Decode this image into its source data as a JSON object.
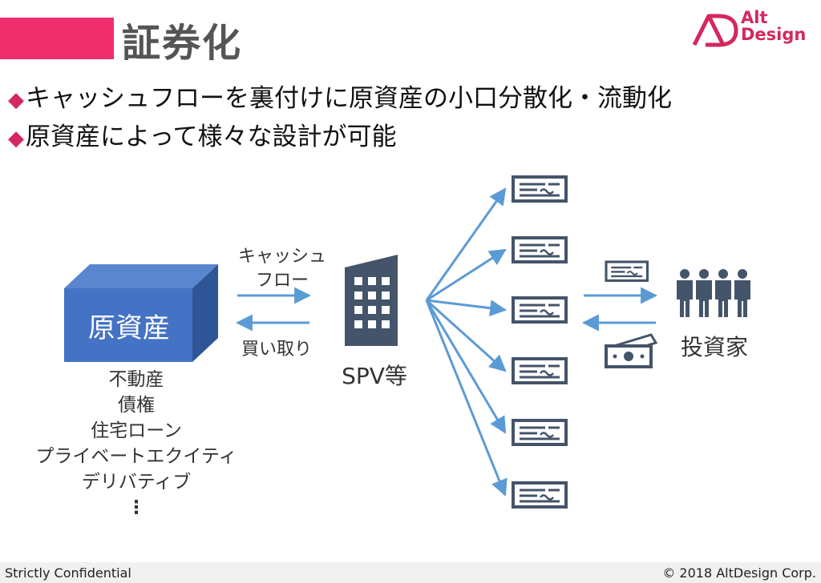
{
  "header": {
    "title": "証券化"
  },
  "logo": {
    "line1": "Alt",
    "line2": "Design",
    "brand_color": "#d4285e",
    "accent_color": "#ef2f6e"
  },
  "bullets": [
    {
      "marker": "◆",
      "text": "キャッシュフローを裏付けに原資産の小口分散化・流動化"
    },
    {
      "marker": "◆",
      "text": "原資産によって様々な設計が可能"
    }
  ],
  "diagram": {
    "asset_box_label": "原資産",
    "cashflow_label_1": "キャッシュ",
    "cashflow_label_2": "フロー",
    "purchase_label": "買い取り",
    "spv_label": "SPV等",
    "investor_label": "投資家",
    "asset_examples": [
      "不動産",
      "債権",
      "住宅ローン",
      "プライベートエクイティ",
      "デリバティブ",
      "⋮"
    ],
    "colors": {
      "box_front": "#4472c4",
      "box_top": "#5a86cf",
      "box_side": "#2f5597",
      "arrow": "#5b9bd5",
      "icon": "#44546a"
    },
    "icons": [
      "building-icon",
      "security-certificate-icon",
      "investors-icon",
      "cash-icon"
    ]
  },
  "footer": {
    "left": "Strictly Confidential",
    "right": "© 2018 AltDesign Corp."
  }
}
